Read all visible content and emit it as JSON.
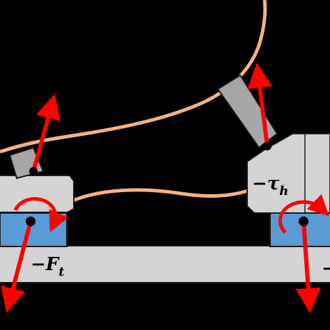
{
  "labels": {
    "force_left_sign": "−",
    "force_left_symbol": "F",
    "force_left_subscript": "t",
    "torque_right_sign": "−",
    "torque_right_symbol": "τ",
    "torque_right_subscript": "h",
    "cut_right_sign": "−"
  },
  "colors": {
    "background": "#000000",
    "plate": "#d3d3d3",
    "outline": "#1a1a1a",
    "link": "#a6a6a6",
    "tendon": "#f4b183",
    "bearing": "#5b9bd5",
    "arrow": "#ff0000",
    "joint": "#000000"
  },
  "icons": {
    "force_arrow": "red-force-arrow-icon",
    "rotation": "circular-torque-arrow-icon",
    "joint": "pivot-dot-icon"
  }
}
